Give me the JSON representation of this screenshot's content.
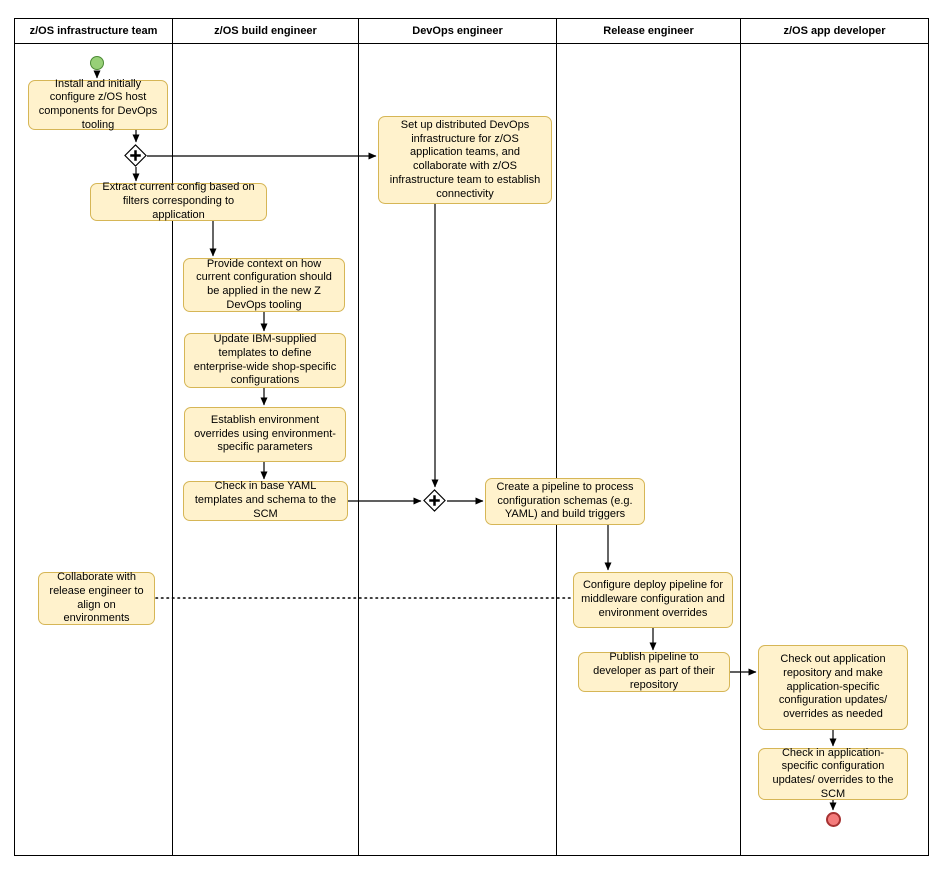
{
  "lanes": [
    {
      "label": "z/OS infrastructure team"
    },
    {
      "label": "z/OS build engineer"
    },
    {
      "label": "DevOps engineer"
    },
    {
      "label": "Release engineer"
    },
    {
      "label": "z/OS app developer"
    }
  ],
  "nodes": {
    "install": {
      "label": "Install and initially configure z/OS host components for DevOps tooling"
    },
    "extract": {
      "label": "Extract current config based on filters corresponding to application"
    },
    "setup_devops": {
      "label": "Set up distributed DevOps infrastructure for z/OS application teams, and collaborate with z/OS infrastructure team to establish connectivity"
    },
    "provide_context": {
      "label": "Provide context on how current configuration should be applied in the new Z DevOps tooling"
    },
    "update_templates": {
      "label": "Update IBM-supplied templates to define enterprise-wide shop-specific configurations"
    },
    "establish_overrides": {
      "label": "Establish environment overrides using environment-specific parameters"
    },
    "checkin_base": {
      "label": "Check in base YAML templates and schema to the SCM"
    },
    "create_pipeline": {
      "label": "Create a pipeline to process configuration schemas (e.g. YAML) and build triggers"
    },
    "configure_deploy": {
      "label": "Configure deploy pipeline for middleware configuration and environment overrides"
    },
    "publish_pipeline": {
      "label": "Publish pipeline to developer as part of their repository"
    },
    "checkout_app": {
      "label": "Check out application repository and make application-specific configuration updates/ overrides as needed"
    },
    "checkin_app": {
      "label": "Check in application-specific configuration updates/ overrides to the SCM"
    },
    "collaborate": {
      "label": "Collaborate with release engineer to align on environments"
    }
  },
  "gateways": {
    "split": {
      "type": "parallel"
    },
    "join": {
      "type": "parallel"
    }
  },
  "events": {
    "start": {
      "type": "start"
    },
    "end": {
      "type": "end"
    }
  },
  "colors": {
    "task_fill": "#FFF2CC",
    "task_border": "#D6B656",
    "start_fill": "#97D077",
    "start_border": "#4C8A35",
    "end_fill": "#F47C7C",
    "end_border": "#A63232",
    "line": "#000000"
  }
}
